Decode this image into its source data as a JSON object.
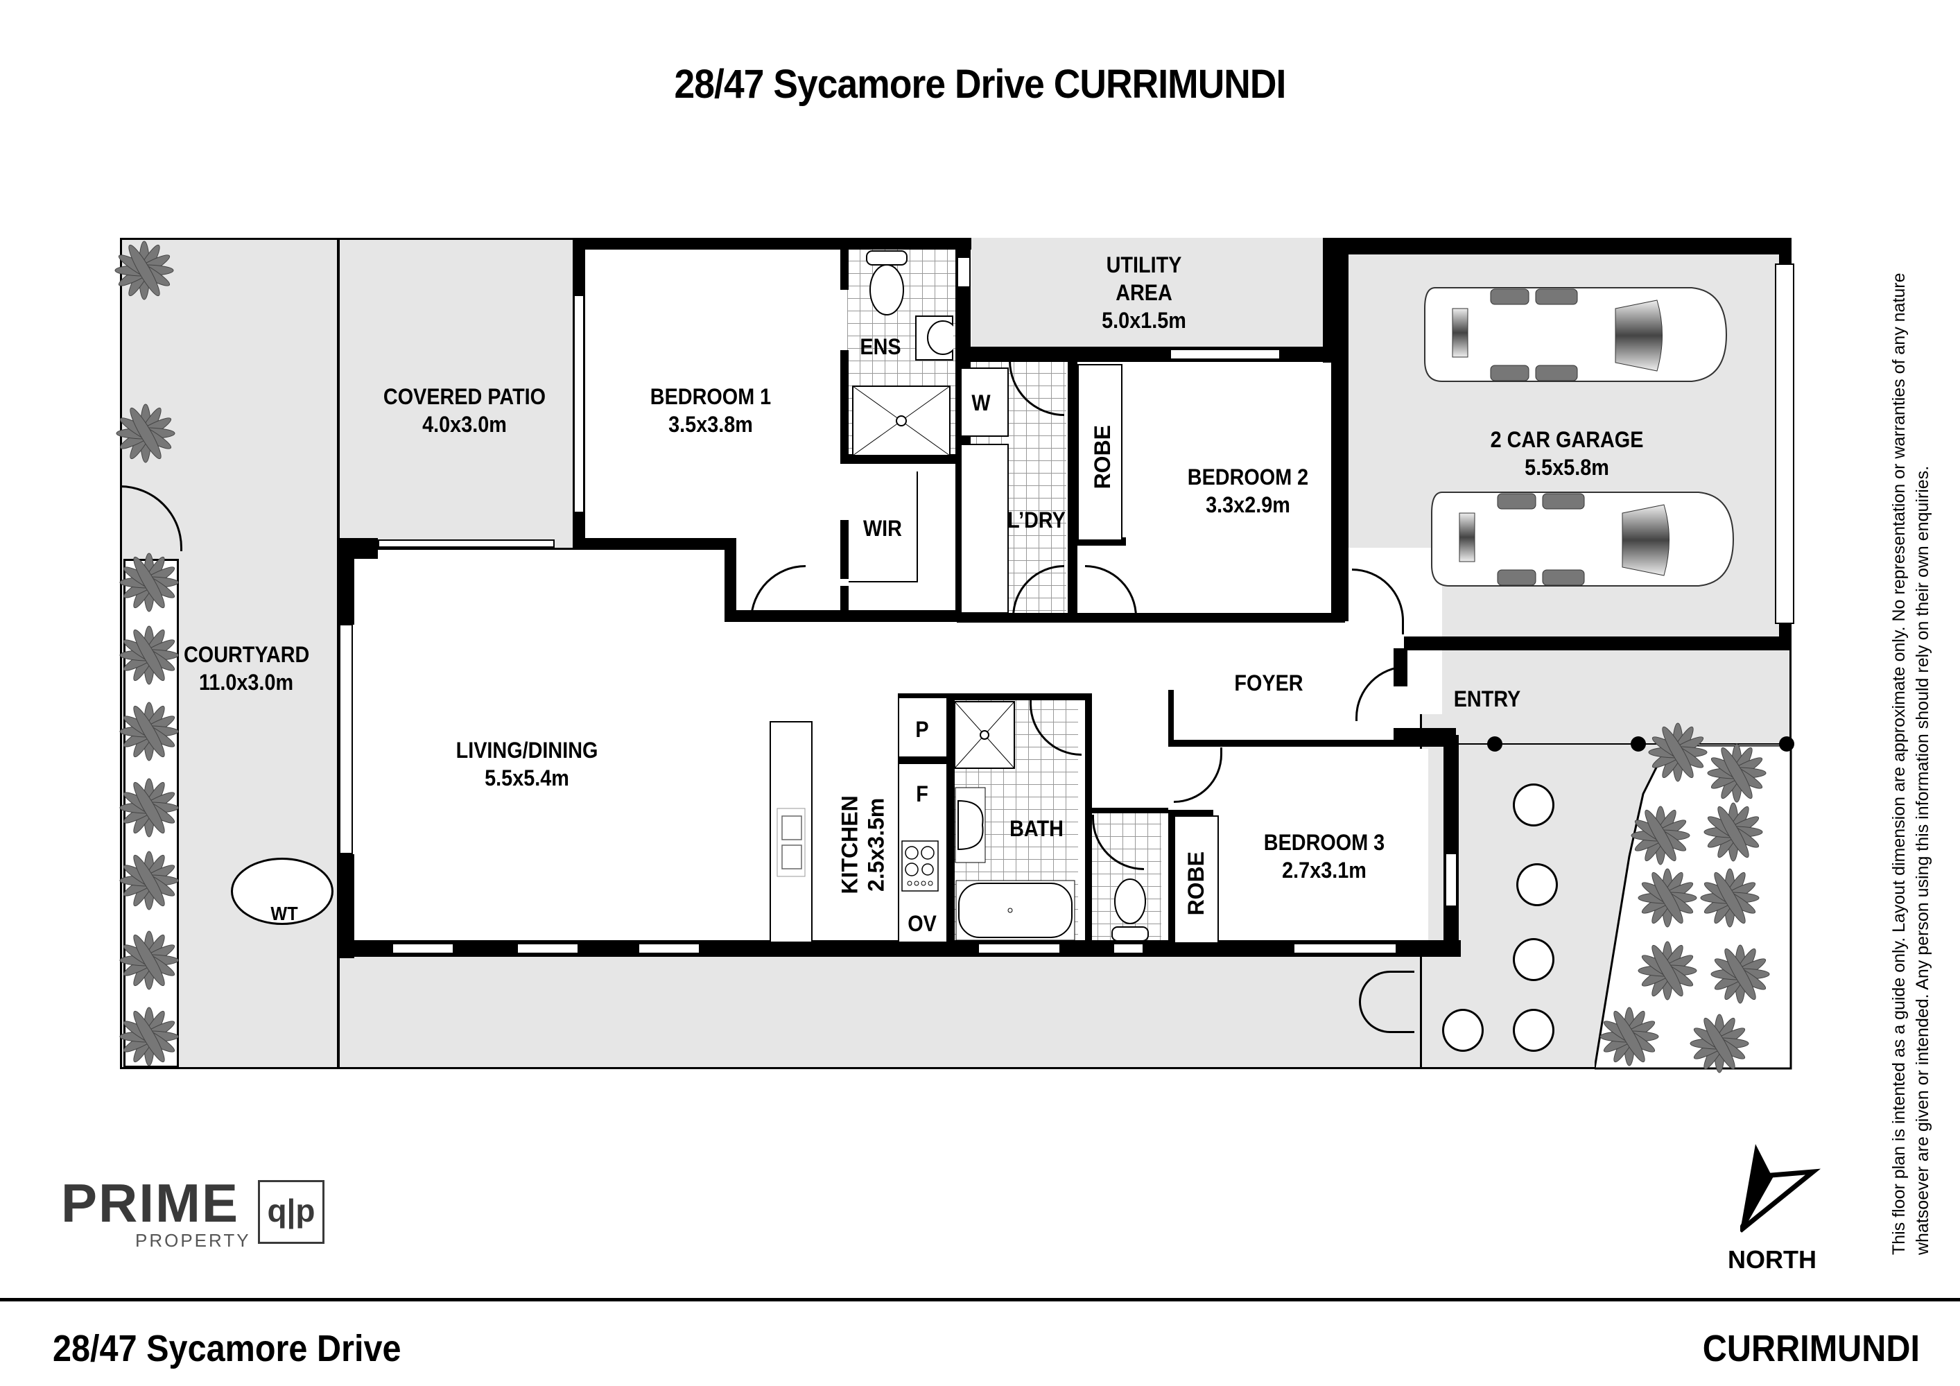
{
  "header": {
    "title": "28/47 Sycamore Drive CURRIMUNDI"
  },
  "rooms": {
    "covered_patio": {
      "name": "COVERED PATIO",
      "dim": "4.0x3.0m"
    },
    "bedroom1": {
      "name": "BEDROOM 1",
      "dim": "3.5x3.8m"
    },
    "ens": {
      "name": "ENS"
    },
    "wir": {
      "name": "WIR"
    },
    "utility": {
      "name_line1": "UTILITY",
      "name_line2": "AREA",
      "dim": "5.0x1.5m"
    },
    "w": {
      "name": "W"
    },
    "laundry": {
      "name": "L’DRY"
    },
    "robe2": {
      "name": "ROBE"
    },
    "bedroom2": {
      "name": "BEDROOM 2",
      "dim": "3.3x2.9m"
    },
    "garage": {
      "name": "2 CAR GARAGE",
      "dim": "5.5x5.8m"
    },
    "courtyard": {
      "name": "COURTYARD",
      "dim": "11.0x3.0m"
    },
    "wt": {
      "name": "WT"
    },
    "living": {
      "name": "LIVING/DINING",
      "dim": "5.5x5.4m"
    },
    "kitchen": {
      "name": "KITCHEN",
      "dim": "2.5x3.5m"
    },
    "pantry": {
      "name": "P"
    },
    "fridge": {
      "name": "F"
    },
    "oven": {
      "name": "OV"
    },
    "bath": {
      "name": "BATH"
    },
    "foyer": {
      "name": "FOYER"
    },
    "entry": {
      "name": "ENTRY"
    },
    "robe3": {
      "name": "ROBE"
    },
    "bedroom3": {
      "name": "BEDROOM 3",
      "dim": "2.7x3.1m"
    }
  },
  "compass": {
    "label": "NORTH"
  },
  "logo": {
    "brand": "PRIME",
    "sub": "PROPERTY",
    "mark": "q|p"
  },
  "disclaimer": "This floor plan is intented as a guide only. Layout dimension are approximate only. No representation or warranties of any nature whatsoever are given or intended. Any person using this information should rely on their own enquiries.",
  "footer": {
    "address": "28/47 Sycamore Drive",
    "suburb": "CURRIMUNDI"
  },
  "colors": {
    "wall": "#000000",
    "outdoor_fill": "#e6e6e6",
    "indoor_fill": "#ffffff",
    "logo_grey": "#3a3a3a"
  }
}
